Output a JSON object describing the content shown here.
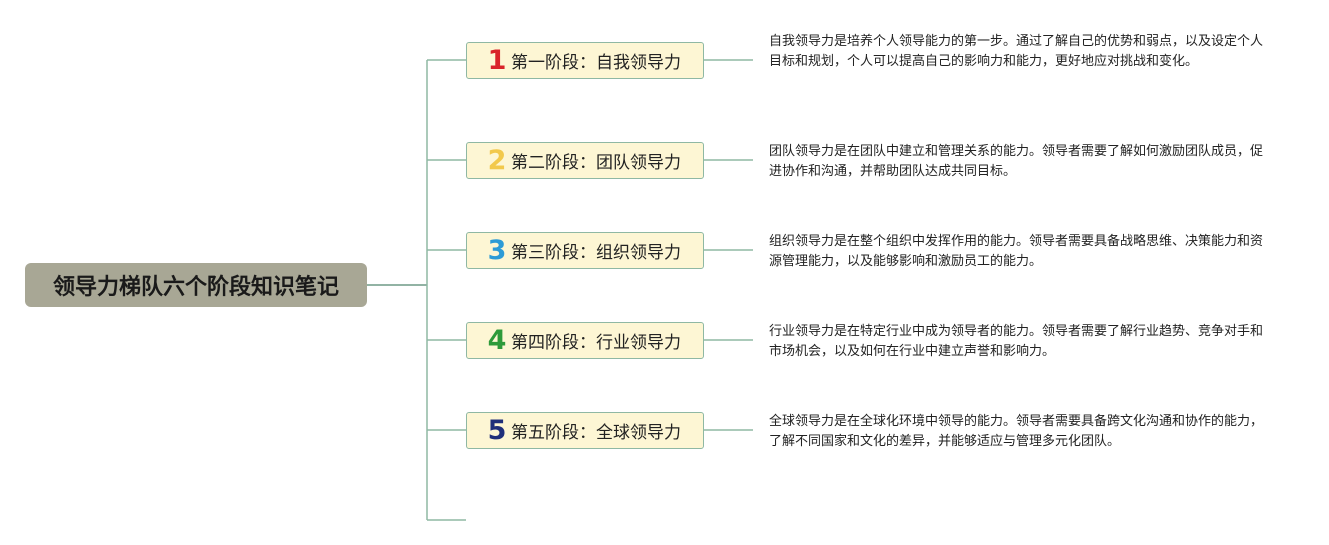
{
  "root": {
    "label": "领导力梯队六个阶段知识笔记"
  },
  "stages": [
    {
      "number": "1",
      "number_color": "#d9232a",
      "label": "第一阶段：自我领导力",
      "description": "自我领导力是培养个人领导能力的第一步。通过了解自己的优势和弱点，以及设定个人目标和规划，个人可以提高自己的影响力和能力，更好地应对挑战和变化。"
    },
    {
      "number": "2",
      "number_color": "#f2c94c",
      "label": "第二阶段：团队领导力",
      "description": "团队领导力是在团队中建立和管理关系的能力。领导者需要了解如何激励团队成员，促进协作和沟通，并帮助团队达成共同目标。"
    },
    {
      "number": "3",
      "number_color": "#2d9bd6",
      "label": "第三阶段：组织领导力",
      "description": "组织领导力是在整个组织中发挥作用的能力。领导者需要具备战略思维、决策能力和资源管理能力，以及能够影响和激励员工的能力。"
    },
    {
      "number": "4",
      "number_color": "#2e9a3a",
      "label": "第四阶段：行业领导力",
      "description": "行业领导力是在特定行业中成为领导者的能力。领导者需要了解行业趋势、竞争对手和市场机会，以及如何在行业中建立声誉和影响力。"
    },
    {
      "number": "5",
      "number_color": "#1f2f7a",
      "label": "第五阶段：全球领导力",
      "description": "全球领导力是在全球化环境中领导的能力。领导者需要具备跨文化沟通和协作的能力，了解不同国家和文化的差异，并能够适应与管理多元化团队。"
    }
  ],
  "colors": {
    "root_background": "#a8a795",
    "stage_background": "#fdf6d4",
    "stage_border": "#8fb8a3",
    "connector": "#8fb8a3"
  }
}
